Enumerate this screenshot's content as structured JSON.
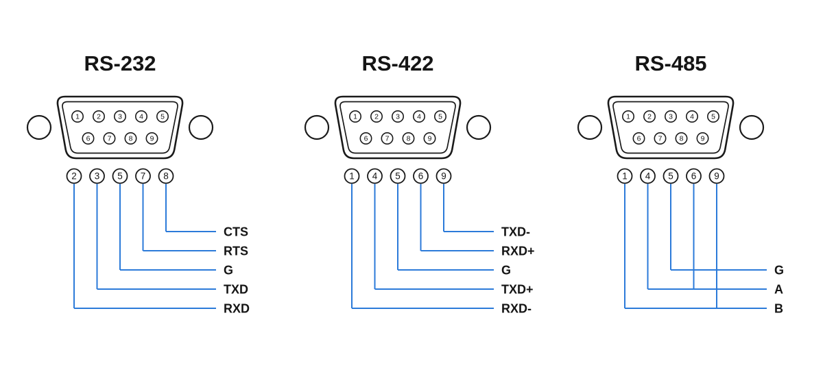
{
  "diagram": {
    "line_color": "#2b7ad9",
    "outline_color": "#1a1a1a",
    "connectors": [
      {
        "title": "RS-232",
        "top_pins": [
          "1",
          "2",
          "3",
          "4",
          "5"
        ],
        "bottom_pins": [
          "6",
          "7",
          "8",
          "9"
        ],
        "breakout_pins": [
          "2",
          "3",
          "5",
          "7",
          "8"
        ],
        "nets": [
          {
            "label": "CTS",
            "pins": [
              "8"
            ]
          },
          {
            "label": "RTS",
            "pins": [
              "7"
            ]
          },
          {
            "label": "G",
            "pins": [
              "5"
            ]
          },
          {
            "label": "TXD",
            "pins": [
              "3"
            ]
          },
          {
            "label": "RXD",
            "pins": [
              "2"
            ]
          }
        ]
      },
      {
        "title": "RS-422",
        "top_pins": [
          "1",
          "2",
          "3",
          "4",
          "5"
        ],
        "bottom_pins": [
          "6",
          "7",
          "8",
          "9"
        ],
        "breakout_pins": [
          "1",
          "4",
          "5",
          "6",
          "9"
        ],
        "nets": [
          {
            "label": "TXD-",
            "pins": [
              "9"
            ]
          },
          {
            "label": "RXD+",
            "pins": [
              "6"
            ]
          },
          {
            "label": "G",
            "pins": [
              "5"
            ]
          },
          {
            "label": "TXD+",
            "pins": [
              "4"
            ]
          },
          {
            "label": "RXD-",
            "pins": [
              "1"
            ]
          }
        ]
      },
      {
        "title": "RS-485",
        "top_pins": [
          "1",
          "2",
          "3",
          "4",
          "5"
        ],
        "bottom_pins": [
          "6",
          "7",
          "8",
          "9"
        ],
        "breakout_pins": [
          "1",
          "4",
          "5",
          "6",
          "9"
        ],
        "nets": [
          {
            "label": "G",
            "pins": [
              "5"
            ]
          },
          {
            "label": "A",
            "pins": [
              "4",
              "6"
            ]
          },
          {
            "label": "B",
            "pins": [
              "1",
              "9"
            ]
          }
        ]
      }
    ]
  }
}
